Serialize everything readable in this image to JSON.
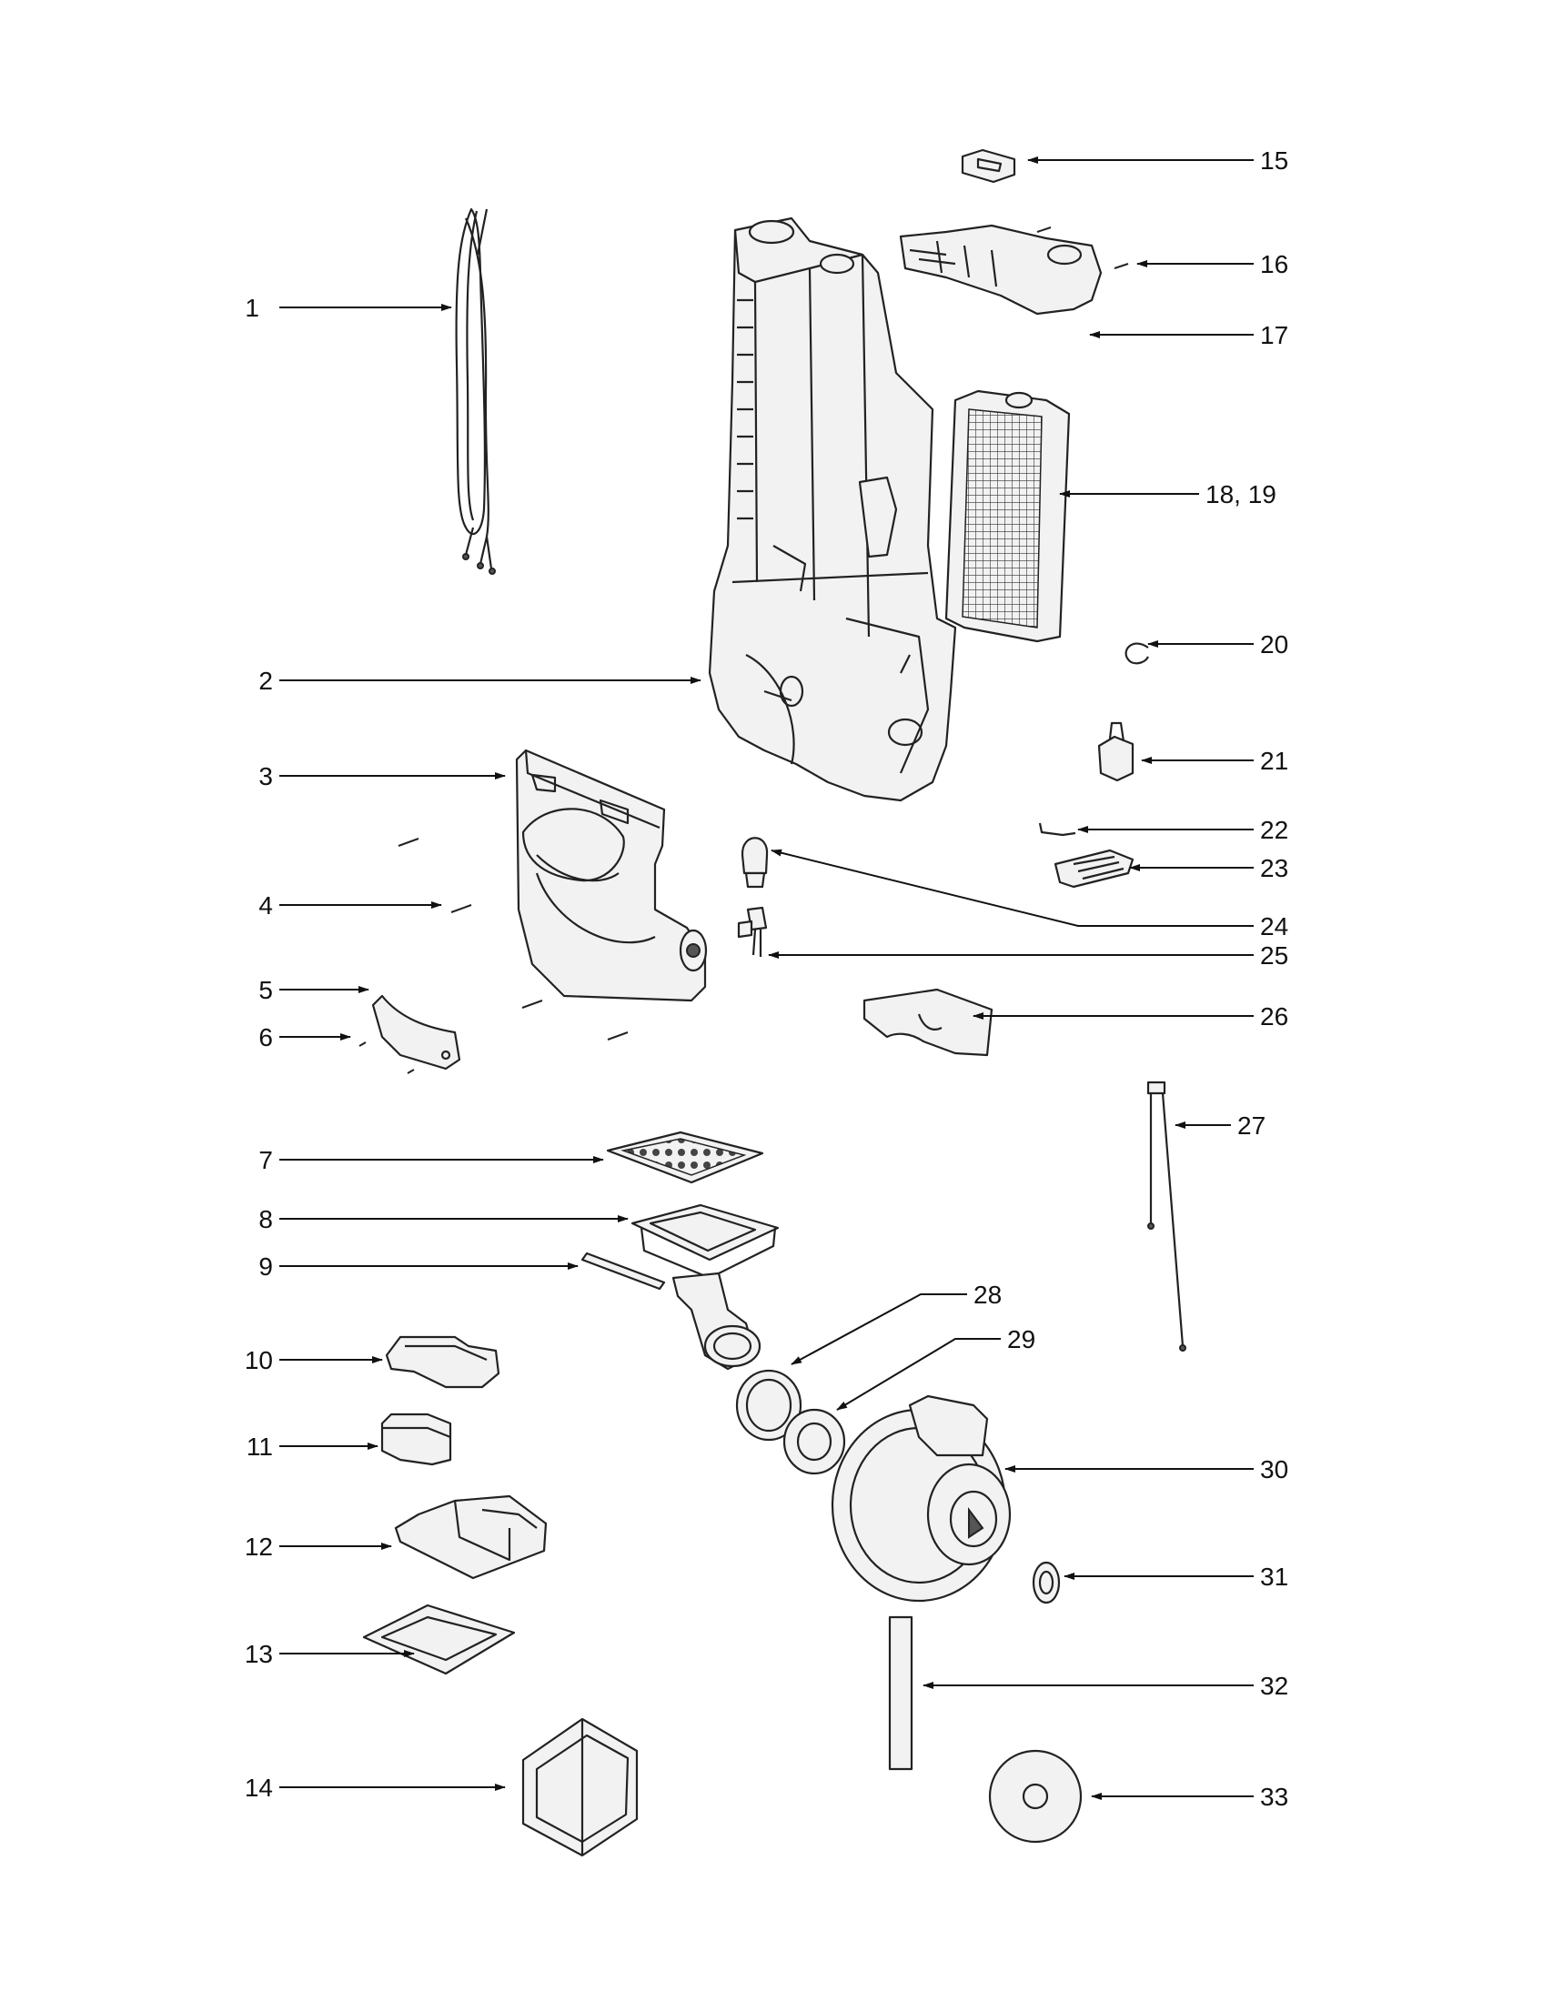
{
  "labels": [
    {
      "id": "1",
      "text": "1"
    },
    {
      "id": "2",
      "text": "2"
    },
    {
      "id": "3",
      "text": "3"
    },
    {
      "id": "4",
      "text": "4"
    },
    {
      "id": "5",
      "text": "5"
    },
    {
      "id": "6",
      "text": "6"
    },
    {
      "id": "7",
      "text": "7"
    },
    {
      "id": "8",
      "text": "8"
    },
    {
      "id": "9",
      "text": "9"
    },
    {
      "id": "10",
      "text": "10"
    },
    {
      "id": "11",
      "text": "11"
    },
    {
      "id": "12",
      "text": "12"
    },
    {
      "id": "13",
      "text": "13"
    },
    {
      "id": "14",
      "text": "14"
    },
    {
      "id": "15",
      "text": "15"
    },
    {
      "id": "16",
      "text": "16"
    },
    {
      "id": "17",
      "text": "17"
    },
    {
      "id": "18",
      "text": "18, 19"
    },
    {
      "id": "20",
      "text": "20"
    },
    {
      "id": "21",
      "text": "21"
    },
    {
      "id": "22",
      "text": "22"
    },
    {
      "id": "23",
      "text": "23"
    },
    {
      "id": "24",
      "text": "24"
    },
    {
      "id": "25",
      "text": "25"
    },
    {
      "id": "26",
      "text": "26"
    },
    {
      "id": "27",
      "text": "27"
    },
    {
      "id": "28",
      "text": "28"
    },
    {
      "id": "29",
      "text": "29"
    },
    {
      "id": "30",
      "text": "30"
    },
    {
      "id": "31",
      "text": "31"
    },
    {
      "id": "32",
      "text": "32"
    },
    {
      "id": "33",
      "text": "33"
    }
  ]
}
